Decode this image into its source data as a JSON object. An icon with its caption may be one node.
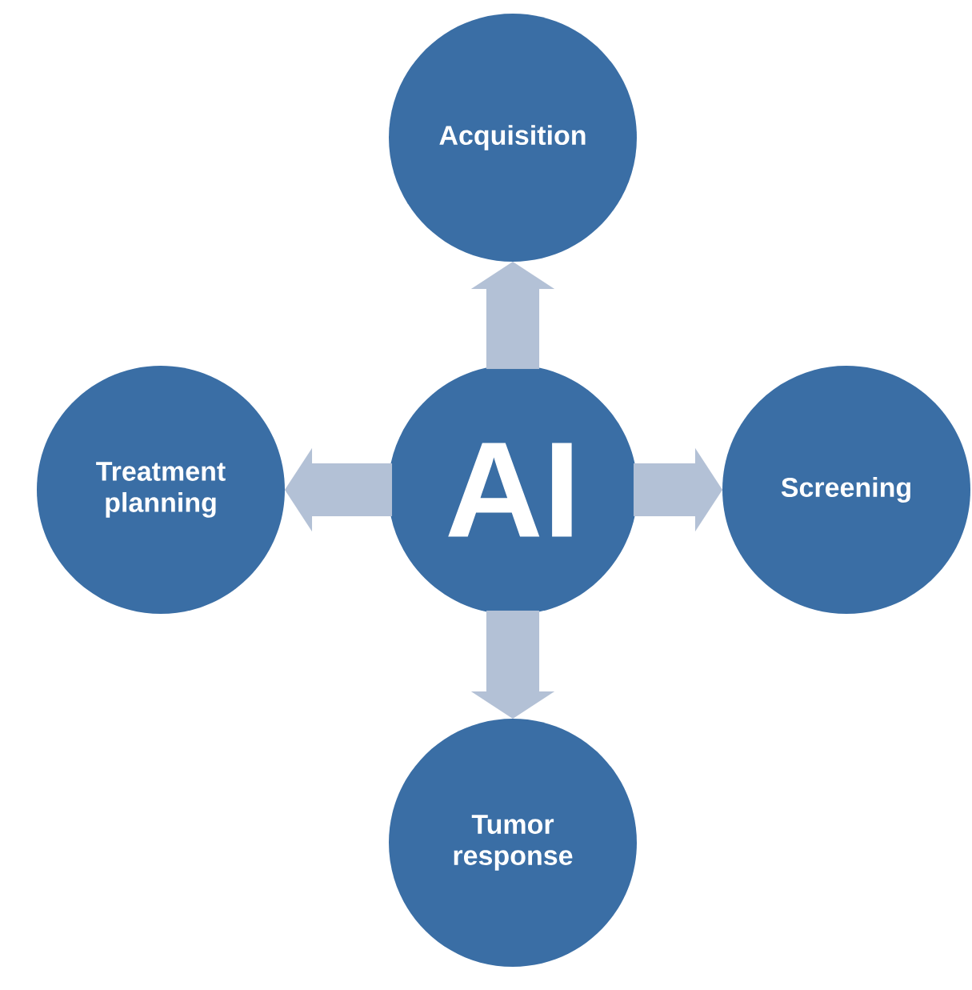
{
  "diagram": {
    "nodes": [
      {
        "text": [
          "Acquisition"
        ]
      },
      {
        "text": [
          "Treatment planning"
        ]
      },
      {
        "text": [
          "AI"
        ]
      },
      {
        "text": [
          "Screening"
        ]
      },
      {
        "text": [
          "Tumor response"
        ]
      }
    ],
    "edges": [
      {
        "from": 2,
        "to": 0,
        "arrow": "to"
      },
      {
        "from": 2,
        "to": 3,
        "arrow": "to"
      },
      {
        "from": 2,
        "to": 4,
        "arrow": "to"
      },
      {
        "from": 2,
        "to": 1,
        "arrow": "to"
      }
    ]
  }
}
